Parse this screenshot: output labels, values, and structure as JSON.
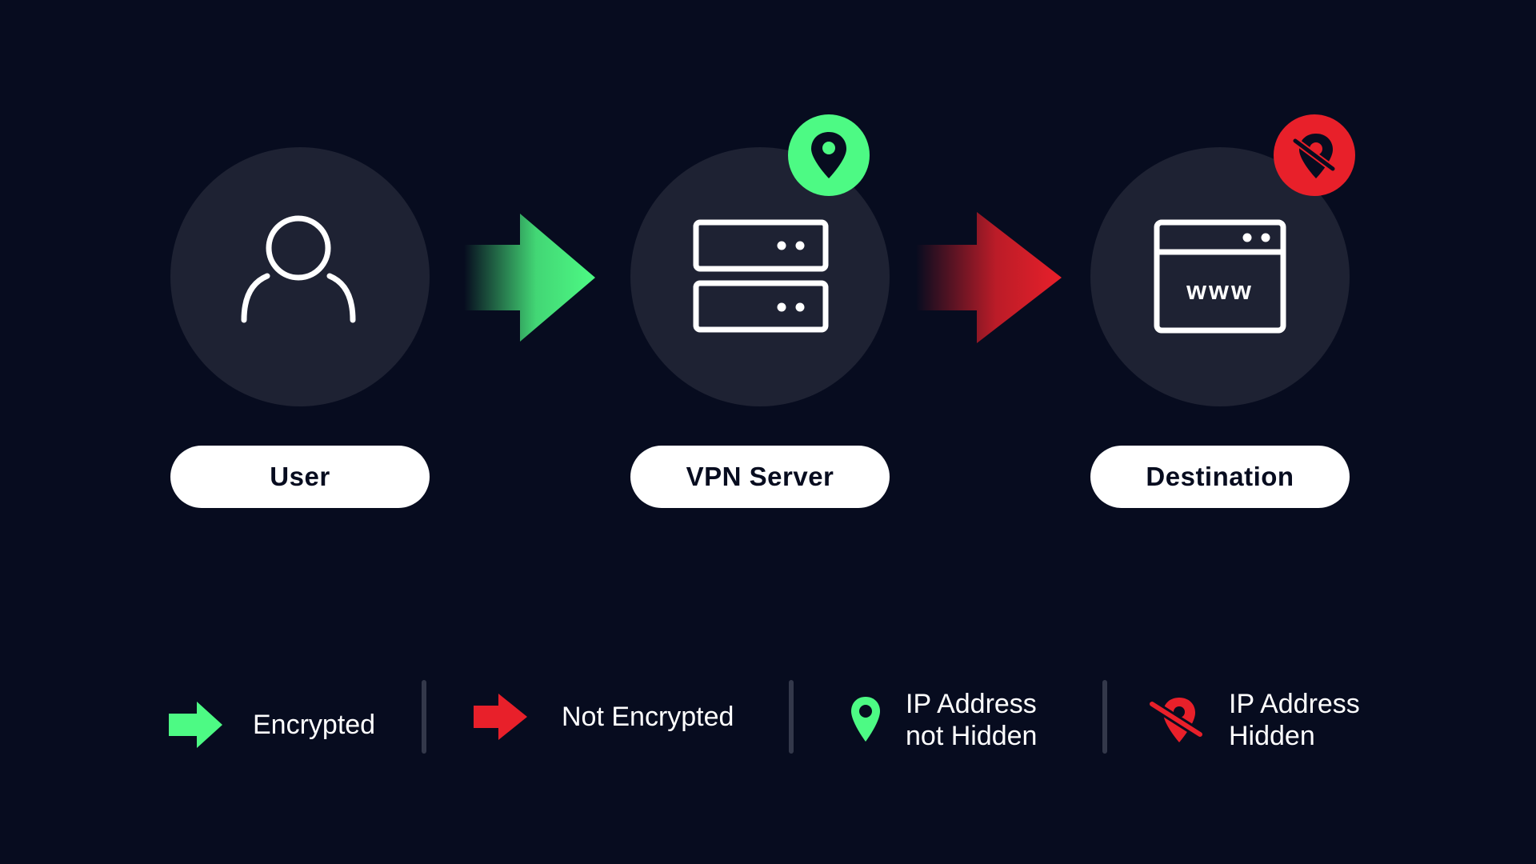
{
  "colors": {
    "background": "#070c1f",
    "node_fill": "#1e2233",
    "encrypted": "#4dfa84",
    "not_encrypted": "#e8202a",
    "label_bg": "#ffffff",
    "label_text": "#070c1f",
    "separator": "#33384a"
  },
  "nodes": [
    {
      "id": "user",
      "label": "User",
      "icon": "user-icon",
      "badge": null
    },
    {
      "id": "vpn",
      "label": "VPN Server",
      "icon": "server-icon",
      "badge": "location-pin-icon"
    },
    {
      "id": "destination",
      "label": "Destination",
      "icon": "browser-www-icon",
      "badge": "location-pin-crossed-icon",
      "icon_text": "www"
    }
  ],
  "connections": [
    {
      "from": "user",
      "to": "vpn",
      "type": "encrypted"
    },
    {
      "from": "vpn",
      "to": "destination",
      "type": "not_encrypted"
    }
  ],
  "legend": {
    "encrypted": {
      "icon": "green-arrow-icon",
      "label": "Encrypted"
    },
    "not_encrypted": {
      "icon": "red-arrow-icon",
      "label": "Not Encrypted"
    },
    "ip_not_hidden": {
      "icon": "green-pin-icon",
      "line1": "IP Address",
      "line2": "not Hidden"
    },
    "ip_hidden": {
      "icon": "red-crossed-pin-icon",
      "line1": "IP Address",
      "line2": "Hidden"
    }
  }
}
